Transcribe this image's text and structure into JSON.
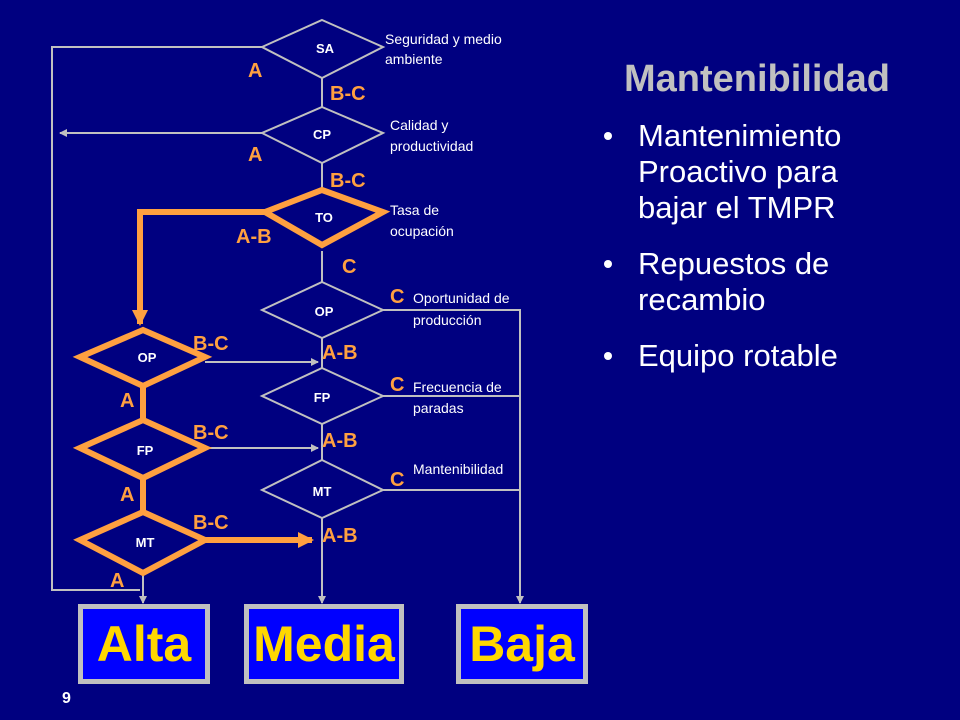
{
  "slide": {
    "title": "Mantenibilidad",
    "bullets": [
      "Mantenimiento Proactivo para bajar el TMPR",
      "Repuestos de recambio",
      "Equipo rotable"
    ],
    "page_number": "9"
  },
  "outcomes": {
    "alta": "Alta",
    "media": "Media",
    "baja": "Baja"
  },
  "nodes": {
    "sa": "SA",
    "cp": "CP",
    "to": "TO",
    "op": "OP",
    "fp": "FP",
    "mt": "MT",
    "left_op": "OP",
    "left_fp": "FP",
    "left_mt": "MT"
  },
  "descriptions": {
    "sa": [
      "Seguridad y medio",
      "ambiente"
    ],
    "cp": [
      "Calidad y",
      "productividad"
    ],
    "to": [
      "Tasa de",
      "ocupación"
    ],
    "op": [
      "Oportunidad de",
      "producción"
    ],
    "fp": [
      "Frecuencia de",
      "paradas"
    ],
    "mt": [
      "Mantenibilidad"
    ]
  },
  "labels": {
    "a": "A",
    "bc": "B-C",
    "ab": "A-B",
    "c": "C"
  },
  "colors": {
    "background": "#000080",
    "highlight": "#ffa040",
    "label": "#ffd700",
    "line": "#c0c0c0",
    "box_fill": "#0000ff"
  }
}
